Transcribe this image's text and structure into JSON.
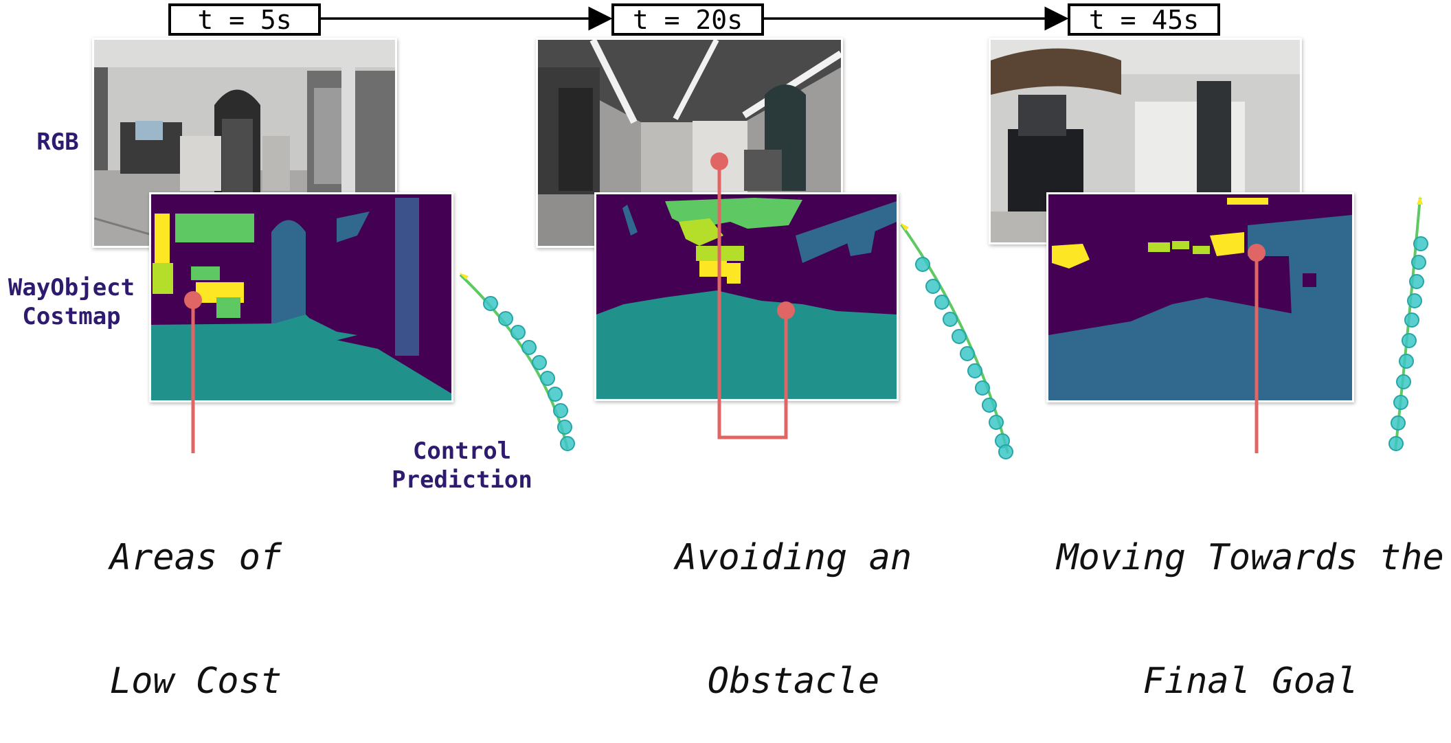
{
  "time_labels": [
    "t = 5s",
    "t = 20s",
    "t = 45s"
  ],
  "row_labels": {
    "rgb": "RGB",
    "costmap_line1": "WayObject",
    "costmap_line2": "Costmap",
    "control_line1": "Control",
    "control_line2": "Prediction"
  },
  "captions": [
    {
      "line1": "Areas of",
      "line2": "Low Cost"
    },
    {
      "line1": "Avoiding an",
      "line2": "Obstacle"
    },
    {
      "line1": "Moving Towards the",
      "line2": "Final Goal"
    }
  ],
  "colors": {
    "costmap_dark": "#440154",
    "costmap_teal": "#21918c",
    "costmap_blue": "#31688e",
    "costmap_green": "#5ec962",
    "costmap_yellow": "#fde725",
    "costmap_lime": "#b5de2b",
    "annotation": "#e06666",
    "trajectory": "#3dc7c7",
    "label_text": "#2e1a6e"
  }
}
